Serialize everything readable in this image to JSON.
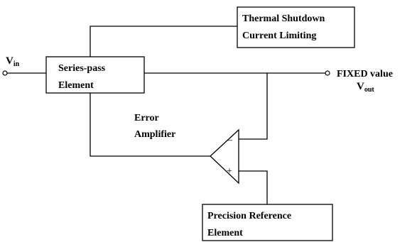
{
  "blocks": {
    "thermal": {
      "line1": "Thermal Shutdown",
      "line2": "Current  Limiting"
    },
    "series_pass": {
      "line1": "Series-pass",
      "line2": "Element"
    },
    "error_amp": {
      "line1": "Error",
      "line2": "Amplifier"
    },
    "precision_ref": {
      "line1": "Precision Reference",
      "line2": "Element"
    }
  },
  "terminals": {
    "vin": {
      "main": "V",
      "sub": "in"
    },
    "vout": {
      "caption": "FIXED  value",
      "main": "V",
      "sub": "out"
    }
  },
  "opamp": {
    "inverting": "–",
    "noninverting": "+"
  }
}
